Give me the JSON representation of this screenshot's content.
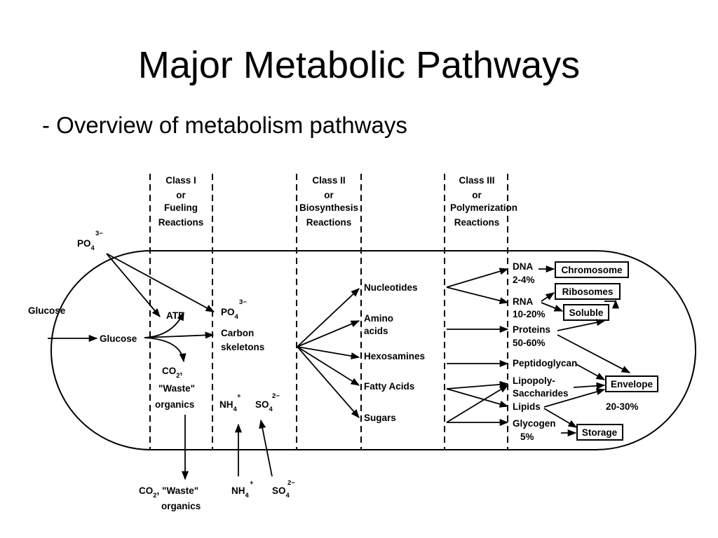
{
  "slide": {
    "title": "Major Metabolic Pathways",
    "subtitle": "- Overview of metabolism pathways"
  },
  "diagram": {
    "headers": {
      "class1": [
        "Class I",
        "or",
        "Fueling",
        "Reactions"
      ],
      "class2": [
        "Class II",
        "or",
        "Biosynthesis",
        "Reactions"
      ],
      "class3": [
        "Class III",
        "or",
        "Polymerization",
        "Reactions"
      ]
    },
    "outside": {
      "po4": "PO",
      "po4_sub": "4",
      "po4_sup": "3−",
      "glucose_out": "Glucose",
      "co2_waste_bottom_line1": "CO",
      "co2_waste_bottom_sub": "2",
      "co2_waste_bottom_rest": ", \"Waste\"",
      "co2_waste_bottom_line2": "organics",
      "nh4_bottom": "NH",
      "nh4_bottom_sub": "4",
      "nh4_bottom_sup": "+",
      "so4_bottom": "SO",
      "so4_bottom_sub": "4",
      "so4_bottom_sup": "2−"
    },
    "class1": {
      "glucose_in": "Glucose",
      "atp": "ATP",
      "co2": "CO",
      "co2_sub": "2",
      "co2_comma": ",",
      "waste": "\"Waste\"",
      "organics": "organics"
    },
    "class1_2": {
      "po4": "PO",
      "po4_sub": "4",
      "po4_sup": "3−",
      "carbon": "Carbon",
      "skeletons": "skeletons",
      "nh4": "NH",
      "nh4_sub": "4",
      "nh4_sup": "+",
      "so4": "SO",
      "so4_sub": "4",
      "so4_sup": "2−"
    },
    "class2_products": {
      "nucleotides": "Nucleotides",
      "amino1": "Amino",
      "amino2": "acids",
      "hexosamines": "Hexosamines",
      "fatty": "Fatty Acids",
      "sugars": "Sugars"
    },
    "class3_products": {
      "dna": "DNA",
      "dna_pct": "2-4%",
      "rna": "RNA",
      "rna_pct": "10-20%",
      "proteins": "Proteins",
      "proteins_pct": "50-60%",
      "peptidoglycan": "Peptidoglycan",
      "lps1": "Lipopoly-",
      "lps2": "Saccharides",
      "lipids": "Lipids",
      "glycogen": "Glycogen",
      "glycogen_pct": "5%"
    },
    "structures": {
      "chromosome": "Chromosome",
      "ribosomes": "Ribosomes",
      "soluble": "Soluble",
      "envelope": "Envelope",
      "envelope_pct": "20-30%",
      "storage": "Storage"
    }
  }
}
